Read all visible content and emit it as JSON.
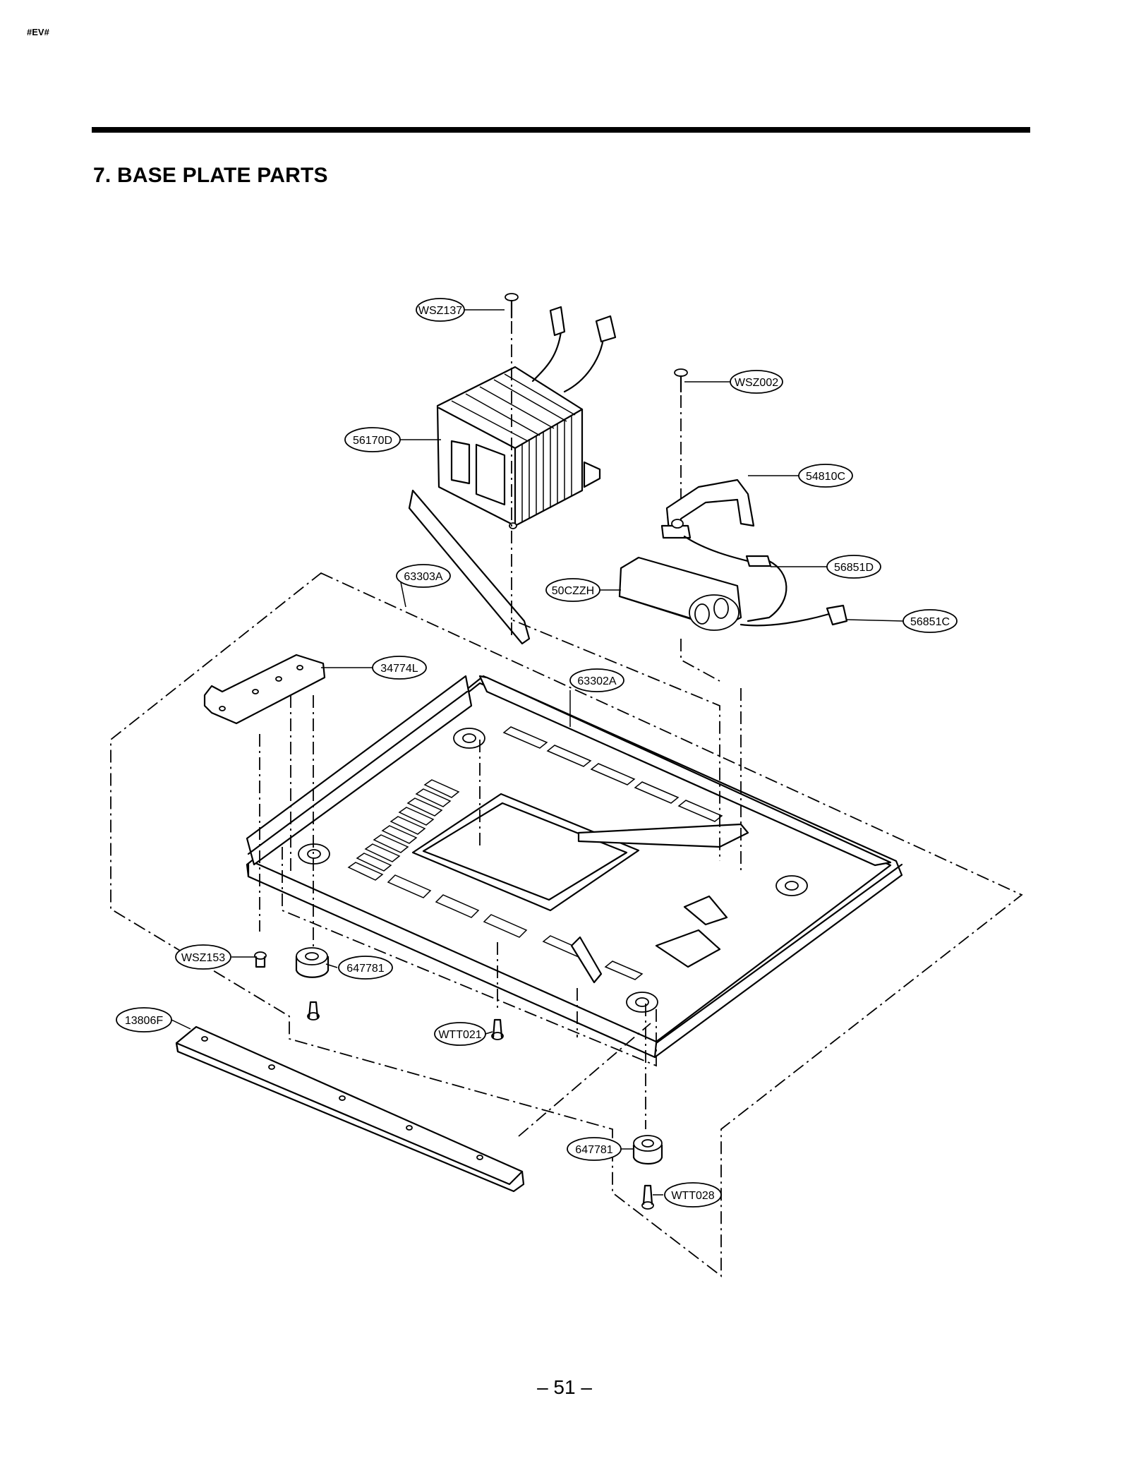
{
  "header": {
    "tag": "#EV#"
  },
  "section": {
    "title": "7. BASE PLATE PARTS"
  },
  "page": {
    "number": "– 51 –"
  },
  "callouts": {
    "wsz137": "WSZ137",
    "wsz002": "WSZ002",
    "c56170d": "56170D",
    "c54810c": "54810C",
    "c56851d": "56851D",
    "c63303a": "63303A",
    "c50czzh": "50CZZH",
    "c56851c": "56851C",
    "c34774l": "34774L",
    "c63302a": "63302A",
    "wsz153": "WSZ153",
    "c647781a": "647781",
    "c13806f": "13806F",
    "wtt021": "WTT021",
    "c647781b": "647781",
    "wtt028": "WTT028"
  }
}
